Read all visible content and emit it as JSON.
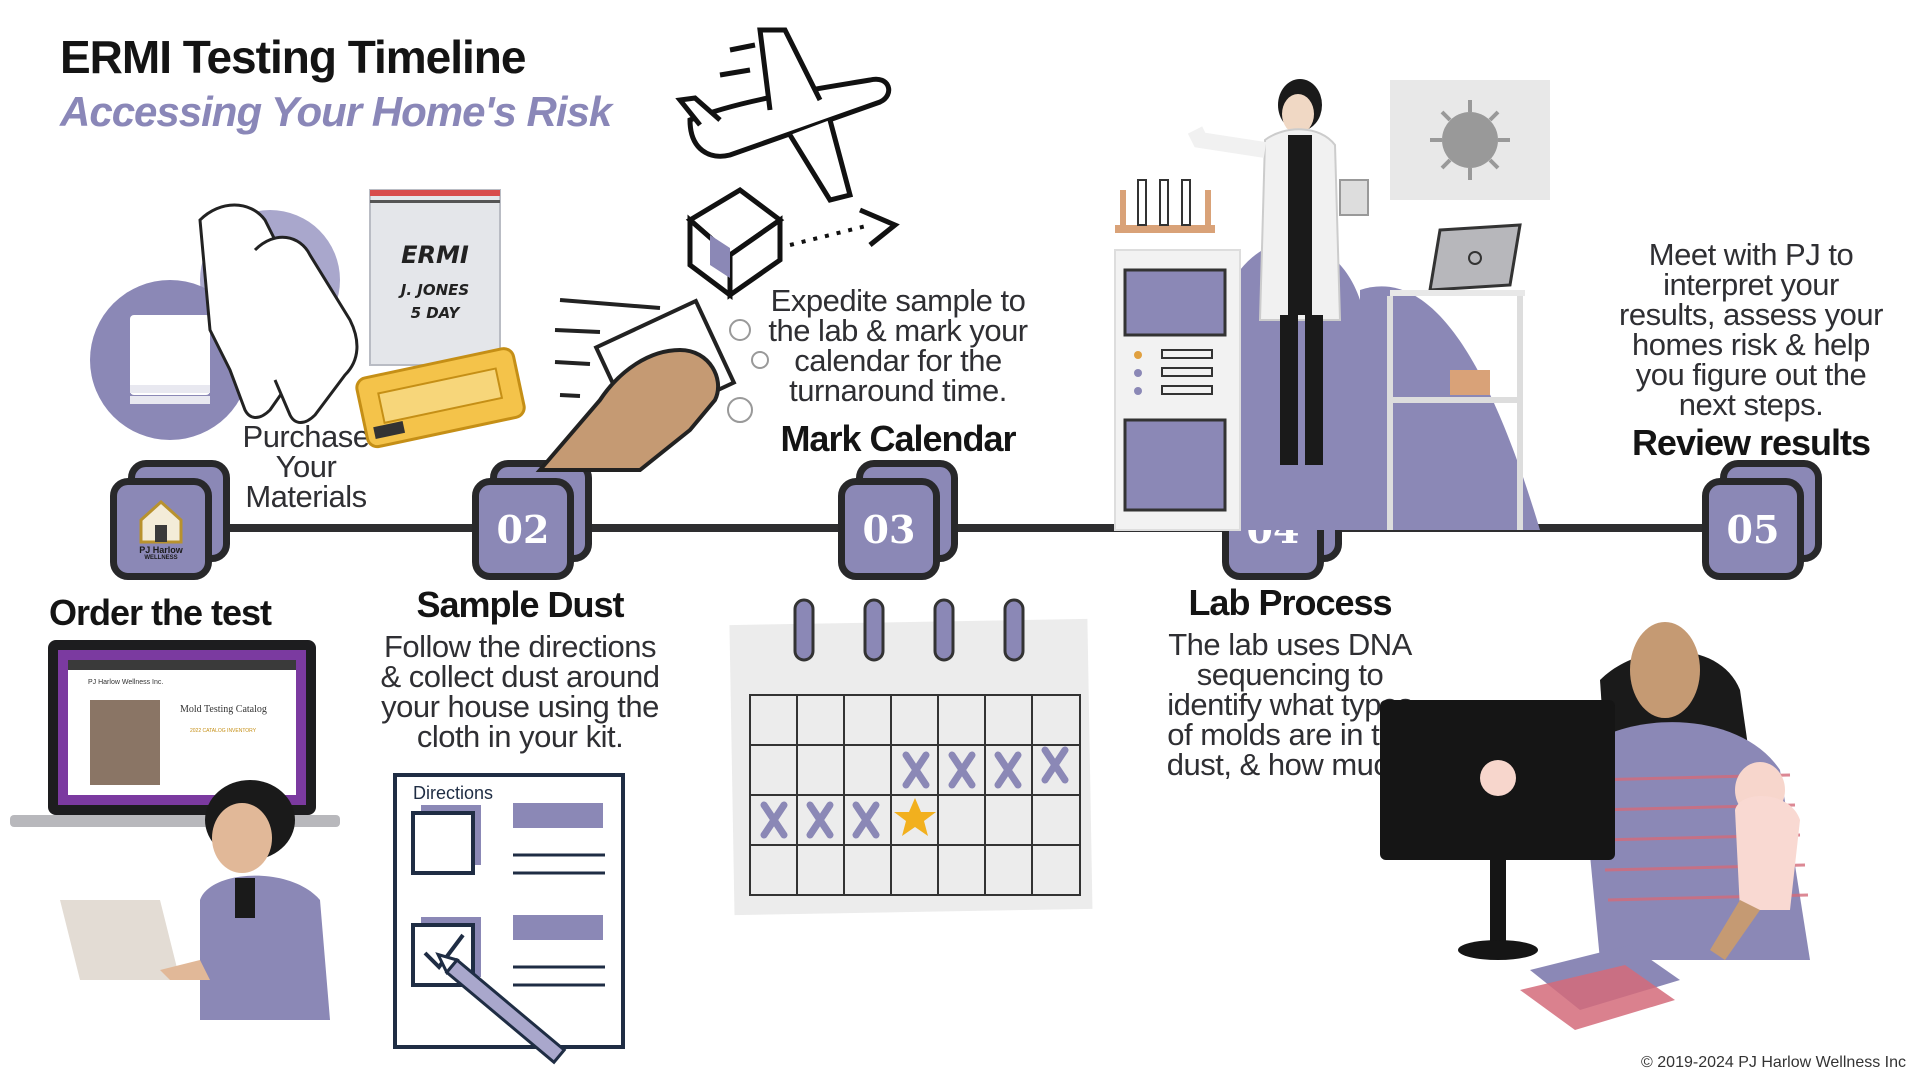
{
  "header": {
    "title": "ERMI Testing Timeline",
    "subtitle": "Accessing Your Home's Risk"
  },
  "steps": [
    {
      "number": "",
      "heading": "Order the test",
      "description": ""
    },
    {
      "number": "02",
      "heading": "Sample Dust",
      "description": "Follow the directions & collect dust around your house using the cloth in your kit."
    },
    {
      "number": "03",
      "heading": "Mark Calendar",
      "description": "Expedite sample to the lab & mark your calendar for the turnaround time."
    },
    {
      "number": "04",
      "heading": "Lab Process",
      "description": "The lab uses DNA sequencing to identify what types of molds are in the dust, & how much."
    },
    {
      "number": "05",
      "heading": "Review results",
      "description": "Meet with PJ to interpret your results, assess your homes risk & help you figure out the next steps."
    }
  ],
  "purchase_label": "Purchase Your Materials",
  "logo": {
    "name": "PJ Harlow",
    "tagline": "WELLNESS"
  },
  "bag": {
    "line1": "ERMI",
    "line2": "J. JONES",
    "line3": "5 DAY"
  },
  "directions_label": "Directions",
  "laptop_screen": {
    "company": "PJ Harlow Wellness Inc.",
    "catalog_title": "Mold Testing Catalog",
    "inventory_label": "2022 CATALOG INVENTORY"
  },
  "footer": {
    "copyright": "© 2019-2024 PJ Harlow Wellness Inc"
  },
  "colors": {
    "accent_purple": "#8b88b6",
    "dark": "#28282a",
    "star": "#f2b01e",
    "pink": "#d46b7a"
  }
}
